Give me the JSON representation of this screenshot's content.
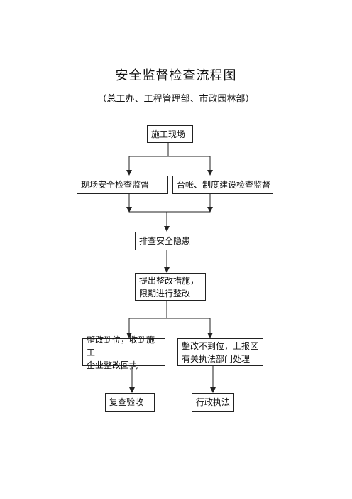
{
  "title": "安全监督检查流程图",
  "subtitle": "（总工办、工程管理部、市政园林部）",
  "nodes": {
    "site": "施工现场",
    "site_inspection": "现场安全检查监督",
    "ledger_inspection": "台帐、制度建设检查监督",
    "hazard": "排查安全隐患",
    "measures": [
      "提出整改措施，",
      "限期进行整改"
    ],
    "rectified": [
      "整改到位，收到施工",
      "企业整改回执"
    ],
    "not_rectified": [
      "整改不到位，上报区",
      "有关执法部门处理"
    ],
    "review": "复查验收",
    "enforcement": "行政执法"
  }
}
